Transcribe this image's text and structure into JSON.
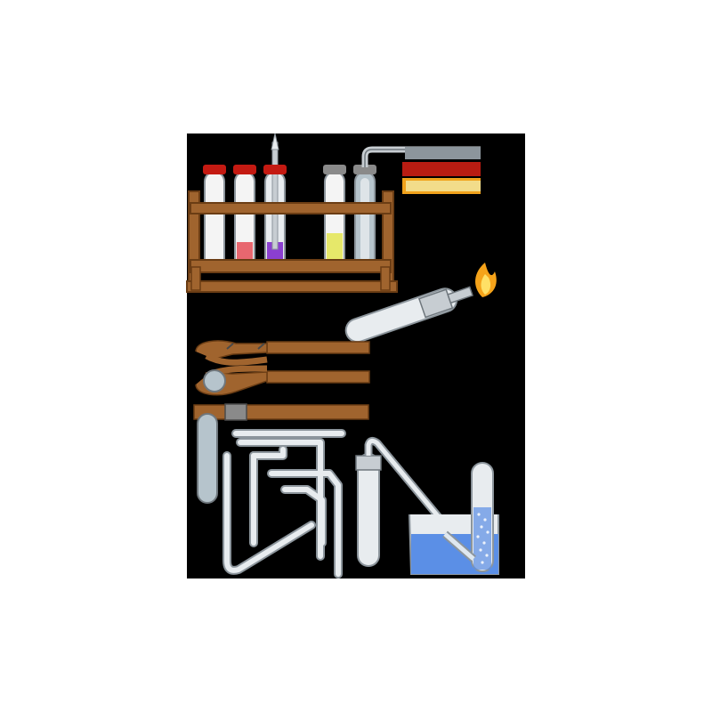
{
  "canvas": {
    "background": "#ffffff",
    "panel": "#000000"
  },
  "colors": {
    "wood": "#a0642e",
    "wood_dark": "#6b3d14",
    "glass": "#e8ecef",
    "glass_edge": "#8c959c",
    "glass_tint": "#b6c4cc",
    "cap_red": "#c41a12",
    "cap_gray": "#8a8a8a",
    "liquid_red": "#e8676f",
    "liquid_purple": "#8b3fd0",
    "liquid_yellow": "#e6e86a",
    "liquid_white": "#f4f4f4",
    "water_blue": "#5b8fe6",
    "flame_outer": "#f5a31a",
    "flame_inner": "#ffe066",
    "tube_red": "#b81c12",
    "tube_orange": "#f0a21c",
    "tube_yellow": "#f2dc8a"
  },
  "items": [
    {
      "name": "test-tube-rack",
      "description": "wooden rack"
    },
    {
      "name": "test-tube-white-liquid"
    },
    {
      "name": "test-tube-red-liquid"
    },
    {
      "name": "test-tube-purple-liquid"
    },
    {
      "name": "test-tube-yellow-liquid"
    },
    {
      "name": "test-tube-with-delivery-tube"
    },
    {
      "name": "heated-test-tube"
    },
    {
      "name": "bunsen-flame"
    },
    {
      "name": "test-tube-tongs"
    },
    {
      "name": "test-tube-clamp"
    },
    {
      "name": "bent-glass-tubes"
    },
    {
      "name": "gas-collection-apparatus"
    }
  ]
}
